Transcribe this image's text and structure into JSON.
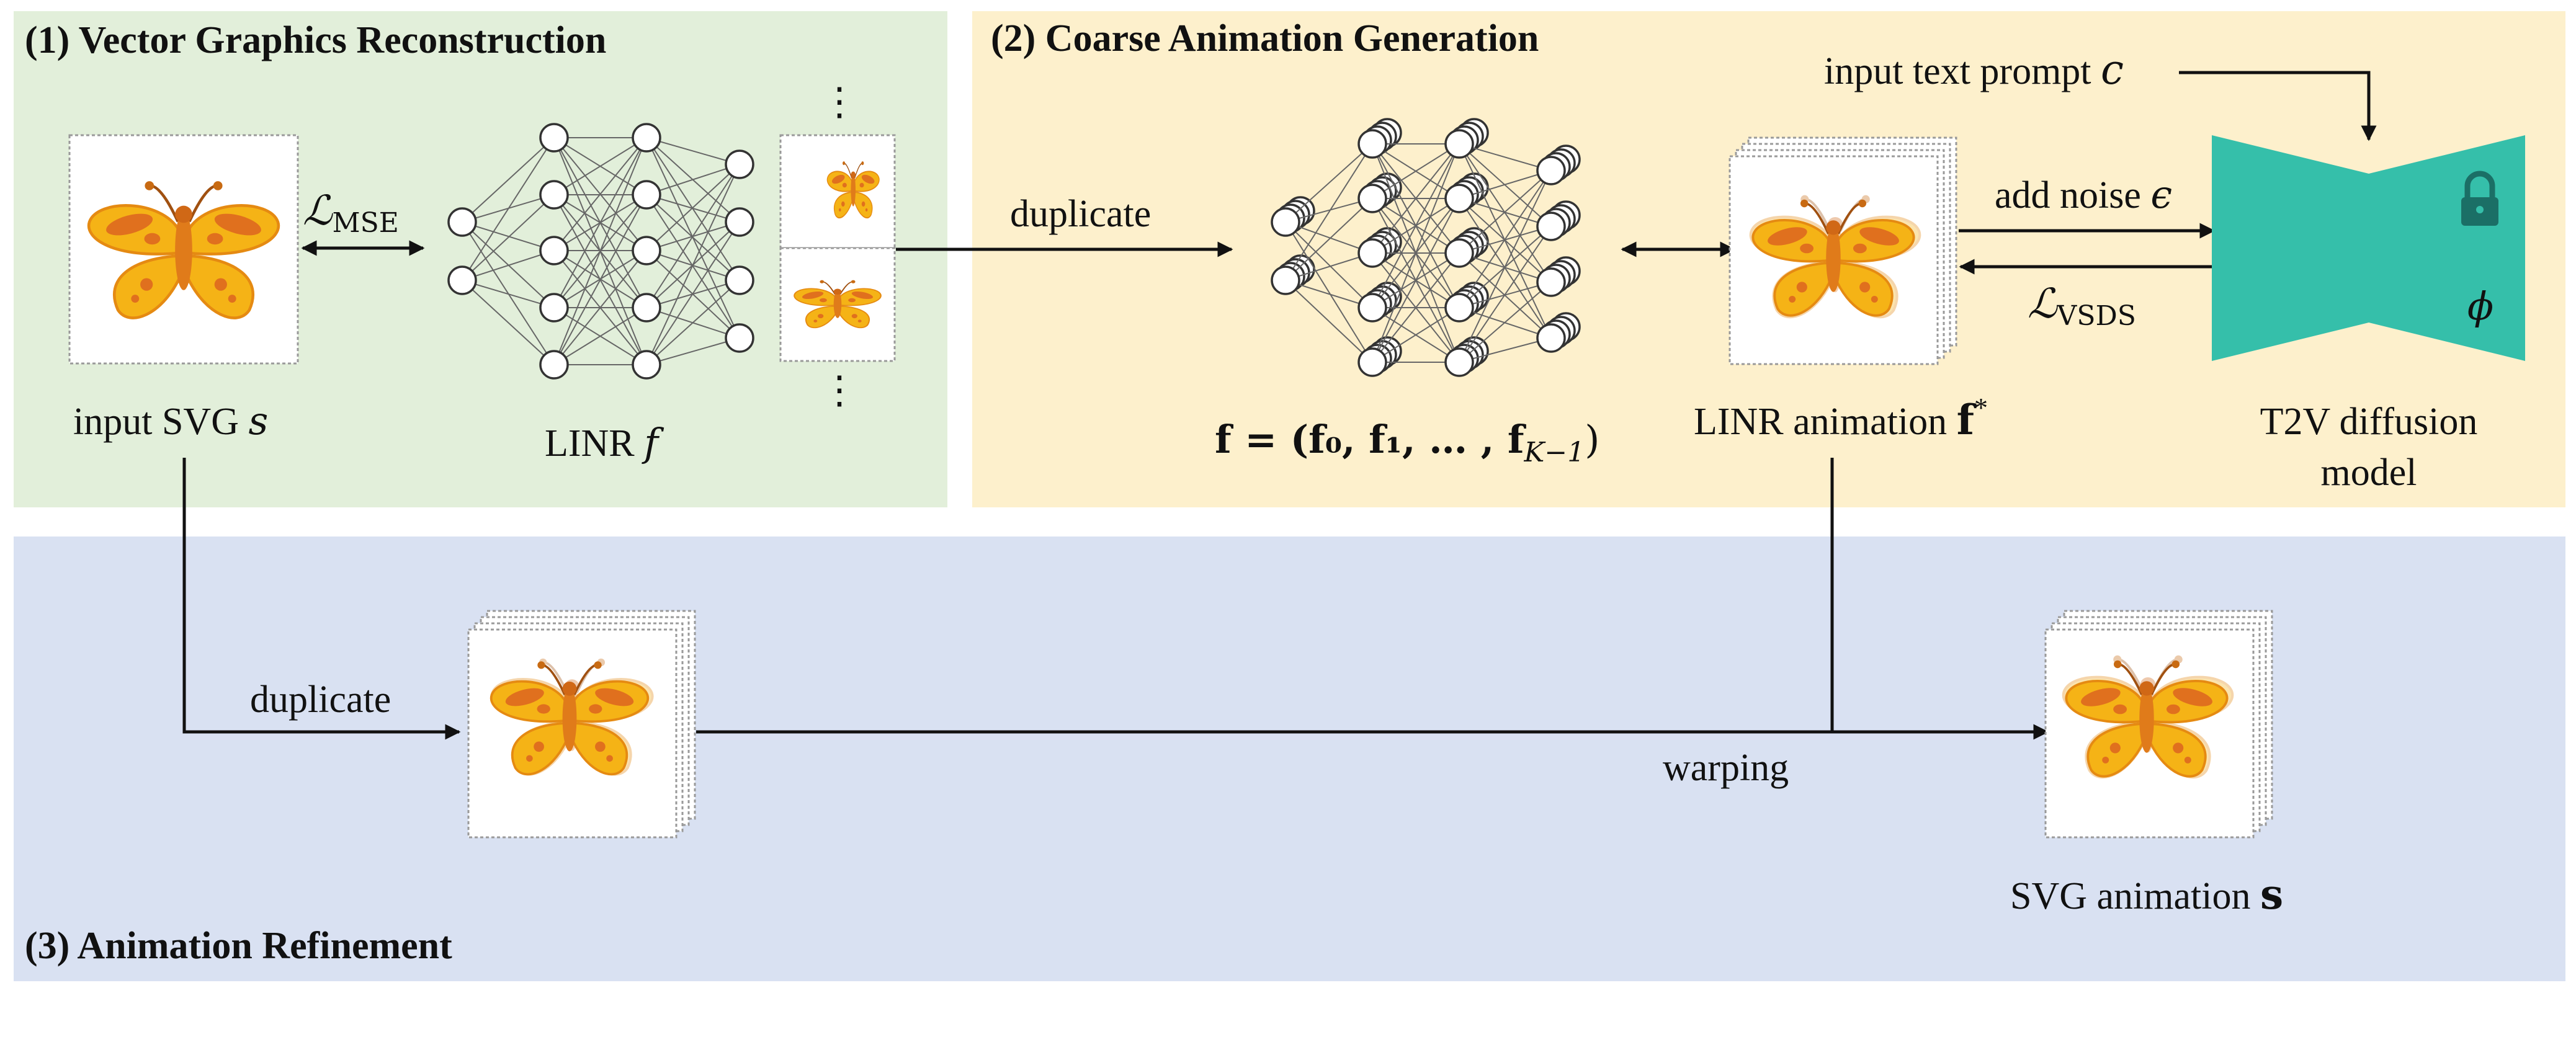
{
  "colors": {
    "stage1_bg": "#e2efda",
    "stage2_bg": "#fdf0cc",
    "stage3_bg": "#d9e1f2",
    "diffusion_model": "#35bfaa",
    "lock_icon": "#1b6f66",
    "butterfly_wing": "#f5b316",
    "butterfly_spot": "#e0701e",
    "butterfly_body": "#e07b1a"
  },
  "stage1": {
    "title": "(1) Vector Graphics Reconstruction",
    "input_label": "input SVG",
    "input_symbol": "s",
    "loss_symbol": "ℒ",
    "loss_subscript": "MSE",
    "network_label": "LINR",
    "network_symbol": "f",
    "ellipsis": "⋮"
  },
  "stage2": {
    "title": "(2) Coarse Animation Generation",
    "duplicate_label": "duplicate",
    "network_set_formula": "f = (f₀, f₁, … , f",
    "network_set_subscript": "K−1",
    "network_set_close": ")",
    "animation_label": "LINR animation",
    "animation_symbol": "f",
    "animation_superscript": "*",
    "prompt_label": "input text prompt",
    "prompt_symbol": "c",
    "noise_label": "add noise",
    "noise_symbol": "ϵ",
    "loss_symbol": "ℒ",
    "loss_subscript": "VSDS",
    "model_label_line1": "T2V diffusion",
    "model_label_line2": "model",
    "model_param_symbol": "ϕ",
    "lock_icon": "lock-icon"
  },
  "stage3": {
    "title": "(3) Animation Refinement",
    "duplicate_label": "duplicate",
    "warping_label": "warping",
    "output_label": "SVG animation",
    "output_symbol": "s"
  }
}
